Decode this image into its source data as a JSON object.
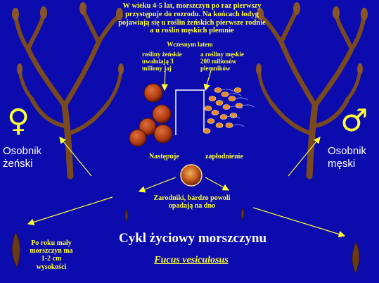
{
  "title": "Cykl życiowy morszczynu",
  "subtitle": "Fucus vesiculosus",
  "intro_text": "W wieku 4-5 lat, morszczyn po raz pierwszy przystępuje do rozrodu. Na końcach łodyg pojawiają się u roślin żeńskich pierwsze rodnie a u roślin męskich plemnie",
  "spring_label": "Wczesnym latem",
  "female_plants_text": "rośliny żeńskie uwalniają 3 miliony jaj",
  "male_plants_text": "a rośliny męskie 200 milionów plemników",
  "fertilization_word1": "Następuje",
  "fertilization_word2": "zapłodnienie",
  "zygote_text": "Zarodniki, bardzo powoli opadają na dno",
  "young_plant_text": "Po roku mały morszczyn ma 1-2 cm wysokości",
  "female_label": "Osobnik żeński",
  "male_label": "Osobnik męski",
  "female_symbol": "♀",
  "male_symbol": "♂",
  "colors": {
    "background": "#0b0bae",
    "text_yellow": "#ffff33",
    "seaweed": "#7a4a1f",
    "egg": "#b03a12",
    "sperm": "#e88a2a",
    "arrow": "#ffff33"
  }
}
